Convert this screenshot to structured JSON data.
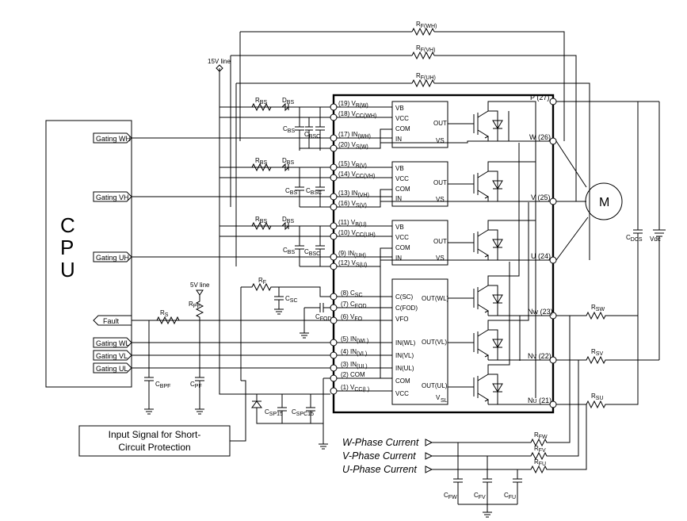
{
  "cpu": {
    "letters": [
      "C",
      "P",
      "U"
    ]
  },
  "gating_signals": [
    "Gating WH",
    "Gating VH",
    "Gating UH",
    "Fault",
    "Gating WL",
    "Gating VL",
    "Gating UL"
  ],
  "supply_label": "15V line",
  "supply_label_5v": "5V line",
  "resistors": {
    "r_fwh": "R",
    "r_fwh_sub": "F(WH)",
    "r_fvh": "R",
    "r_fvh_sub": "F(VH)",
    "r_fuh": "R",
    "r_fuh_sub": "F(UH)",
    "rbs": "R",
    "rbs_sub": "BS",
    "rf": "R",
    "rf_sub": "F",
    "rs": "R",
    "rs_sub": "S",
    "rpf": "R",
    "rpf_sub": "PF",
    "rsw": "R",
    "rsw_sub": "SW",
    "rsv": "R",
    "rsv_sub": "SV",
    "rsu": "R",
    "rsu_sub": "SU",
    "rfw": "R",
    "rfw_sub": "FW",
    "rfv": "R",
    "rfv_sub": "FV",
    "rfu": "R",
    "rfu_sub": "FU"
  },
  "diodes": {
    "dbs": "D",
    "dbs_sub": "BS"
  },
  "capacitors": {
    "cbs": "C",
    "cbs_sub": "BS",
    "cbsc": "C",
    "cbsc_sub": "BSC",
    "csc": "C",
    "csc_sub": "SC",
    "cfod": "C",
    "cfod_sub": "FOD",
    "cbpf": "C",
    "cbpf_sub": "BPF",
    "cpf": "C",
    "cpf_sub": "PF",
    "csp15": "C",
    "csp15_sub": "SP15",
    "cspc15": "C",
    "cspc15_sub": "SPC15",
    "cdcs": "C",
    "cdcs_sub": "DCS",
    "cfw": "C",
    "cfw_sub": "FW",
    "cfv": "C",
    "cfv_sub": "FV",
    "cfu": "C",
    "cfu_sub": "FU"
  },
  "vdc": "Vdc",
  "motor": "M",
  "pins_high": [
    {
      "num": "(19)",
      "name": "V",
      "sub": "B(W)"
    },
    {
      "num": "(18)",
      "name": "V",
      "sub": "CC(WH)"
    },
    {
      "num": "(17)",
      "name": "IN",
      "sub": "(WH)"
    },
    {
      "num": "(20)",
      "name": "V",
      "sub": "S(W)"
    },
    {
      "num": "(15)",
      "name": "V",
      "sub": "B(V)"
    },
    {
      "num": "(14)",
      "name": "V",
      "sub": "CC(VH)"
    },
    {
      "num": "(13)",
      "name": "IN",
      "sub": "(VH)"
    },
    {
      "num": "(16)",
      "name": "V",
      "sub": "S(V)"
    },
    {
      "num": "(11)",
      "name": "V",
      "sub": "B(U)"
    },
    {
      "num": "(10)",
      "name": "V",
      "sub": "CC(UH)"
    },
    {
      "num": "(9)",
      "name": "IN",
      "sub": "(UH)"
    },
    {
      "num": "(12)",
      "name": "V",
      "sub": "S(U)"
    }
  ],
  "pins_low": [
    {
      "num": "(8)",
      "name": "C",
      "sub": "SC"
    },
    {
      "num": "(7)",
      "name": "C",
      "sub": "FOD"
    },
    {
      "num": "(6)",
      "name": "V",
      "sub": "FO"
    },
    {
      "num": "(5)",
      "name": "IN",
      "sub": "(WL)"
    },
    {
      "num": "(4)",
      "name": "IN",
      "sub": "(VL)"
    },
    {
      "num": "(3)",
      "name": "IN",
      "sub": "(UL)"
    },
    {
      "num": "(2)",
      "name": "COM",
      "sub": ""
    },
    {
      "num": "(1)",
      "name": "V",
      "sub": "CC(L)"
    }
  ],
  "hvic_labels": {
    "vb": "VB",
    "vcc": "VCC",
    "com": "COM",
    "in": "IN",
    "vs": "VS",
    "out": "OUT"
  },
  "lvic_labels": {
    "csc": "C(SC)",
    "cfod": "C(FOD)",
    "vfo": "VFO",
    "inwl": "IN(WL)",
    "invl": "IN(VL)",
    "inul": "IN(UL)",
    "com": "COM",
    "vcc": "VCC",
    "outwl": "OUT(WL)",
    "outvl": "OUT(VL)",
    "outul": "OUT(UL)",
    "vsl": "V",
    "vsl_sub": "SL"
  },
  "power_pins": [
    {
      "name": "P",
      "num": "(27)"
    },
    {
      "name": "W",
      "num": "(26)"
    },
    {
      "name": "V",
      "num": "(25)"
    },
    {
      "name": "U",
      "num": "(24)"
    },
    {
      "name": "N",
      "sub": "W",
      "num": "(23)"
    },
    {
      "name": "N",
      "sub": "V",
      "num": "(22)"
    },
    {
      "name": "N",
      "sub": "U",
      "num": "(21)"
    }
  ],
  "input_box": {
    "line1": "Input Signal for Short-",
    "line2": "Circuit Protection"
  },
  "phase_currents": [
    "W-Phase Current",
    "V-Phase Current",
    "U-Phase Current"
  ]
}
